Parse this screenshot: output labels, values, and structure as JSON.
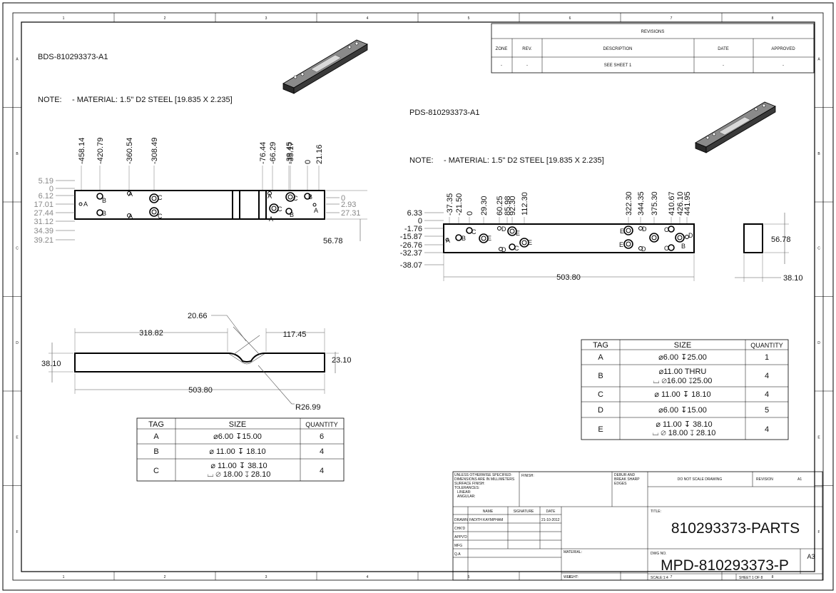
{
  "zones": {
    "columns": [
      "1",
      "2",
      "3",
      "4",
      "5",
      "6",
      "7",
      "8"
    ],
    "rows": [
      "A",
      "B",
      "C",
      "D",
      "E",
      "F"
    ]
  },
  "revisions": {
    "title": "REVISIONS",
    "headers": [
      "ZONE",
      "REV.",
      "DESCRIPTION",
      "DATE",
      "APPROVED"
    ],
    "row": [
      "-",
      "-",
      "SEE SHEET 1",
      "-",
      "-"
    ]
  },
  "bds": {
    "title": "BDS-810293373-A1",
    "note_label": "NOTE:",
    "note_text": "- MATERIAL: 1.5\" D2 STEEL [19.835 X 2.235]",
    "top_dims": [
      "-458.14",
      "-420.79",
      "-360.54",
      "-308.49",
      "-76.44",
      "-66.29",
      "-39.45",
      "-35.17",
      "0",
      "21.16"
    ],
    "left_dims": [
      "5.19",
      "0",
      "6.12",
      "17.01",
      "27.44",
      "31.12",
      "34.39",
      "39.21"
    ],
    "right_dims": [
      "0",
      "2.93",
      "27.31"
    ],
    "height_dim": "56.78",
    "side": {
      "dim_width": "318.82",
      "dim_chamfer": "20.66",
      "dim_right": "117.45",
      "dim_height": "38.10",
      "dim_thick": "23.10",
      "dim_length": "503.80",
      "dim_radius": "R26.99"
    },
    "hole_table": {
      "headers": [
        "TAG",
        "SIZE",
        "QUANTITY"
      ],
      "rows": [
        {
          "tag": "A",
          "size": "⌀6.00 ↧15.00",
          "size2": "",
          "qty": "6"
        },
        {
          "tag": "B",
          "size": "⌀ 11.00 ↧ 18.10",
          "size2": "",
          "qty": "4"
        },
        {
          "tag": "C",
          "size": "⌀ 11.00 ↧ 38.10",
          "size2": "⌴ ⌀ 18.00 ↧ 28.10",
          "qty": "4"
        }
      ]
    }
  },
  "pds": {
    "title": "PDS-810293373-A1",
    "note_label": "NOTE:",
    "note_text": "- MATERIAL: 1.5\" D2 STEEL [19.835 X 2.235]",
    "top_dims": [
      "-37.35",
      "-21.50",
      "0",
      "29.30",
      "60.25",
      "85.98",
      "92.30",
      "112.30",
      "322.30",
      "344.35",
      "375.30",
      "410.67",
      "426.10",
      "441.95"
    ],
    "left_dims": [
      "6.33",
      "0",
      "-1.76",
      "-15.87",
      "-26.76",
      "-32.37",
      "-38.07"
    ],
    "length_dim": "503.80",
    "height_dim": "56.78",
    "end_width_dim": "38.10",
    "hole_table": {
      "headers": [
        "TAG",
        "SIZE",
        "QUANTITY"
      ],
      "rows": [
        {
          "tag": "A",
          "size": "⌀6.00 ↧25.00",
          "size2": "",
          "qty": "1"
        },
        {
          "tag": "B",
          "size": "⌀11.00 THRU",
          "size2": "⌴ ⌀16.00 ↧25.00",
          "qty": "4"
        },
        {
          "tag": "C",
          "size": "⌀ 11.00 ↧ 18.10",
          "size2": "",
          "qty": "4"
        },
        {
          "tag": "D",
          "size": "⌀6.00 ↧15.00",
          "size2": "",
          "qty": "5"
        },
        {
          "tag": "E",
          "size": "⌀ 11.00 ↧ 38.10",
          "size2": "⌴ ⌀ 18.00 ↧ 28.10",
          "qty": "4"
        }
      ]
    }
  },
  "title_block": {
    "unless_lines": [
      "UNLESS OTHERWISE SPECIFIED:",
      "DIMENSIONS ARE IN MILLIMETERS",
      "SURFACE FINISH:",
      "TOLERANCES:",
      "LINEAR:",
      "ANGULAR:"
    ],
    "finish": "FINISH:",
    "deburr": [
      "DEBUR AND",
      "BREAK SHARP",
      "EDGES"
    ],
    "do_not_scale": "DO NOT SCALE DRAWING",
    "revision_label": "REVISION",
    "revision_value": "A1",
    "cols": [
      "NAME",
      "SIGNATURE",
      "DATE"
    ],
    "roles": [
      "DRAWN",
      "CHK'D",
      "APPV'D",
      "MFG",
      "Q.A"
    ],
    "drawn_name": "FADITH KAYMPHAM",
    "drawn_date": "21-10-2012",
    "material_label": "MATERIAL:",
    "weight_label": "WEIGHT:",
    "title_label": "TITLE:",
    "title": "810293373-PARTS",
    "dwg_label": "DWG NO.",
    "dwg_no": "MPD-810293373-P",
    "size": "A3",
    "scale_label": "SCALE:1:4",
    "sheet_label": "SHEET 1 OF 8"
  }
}
